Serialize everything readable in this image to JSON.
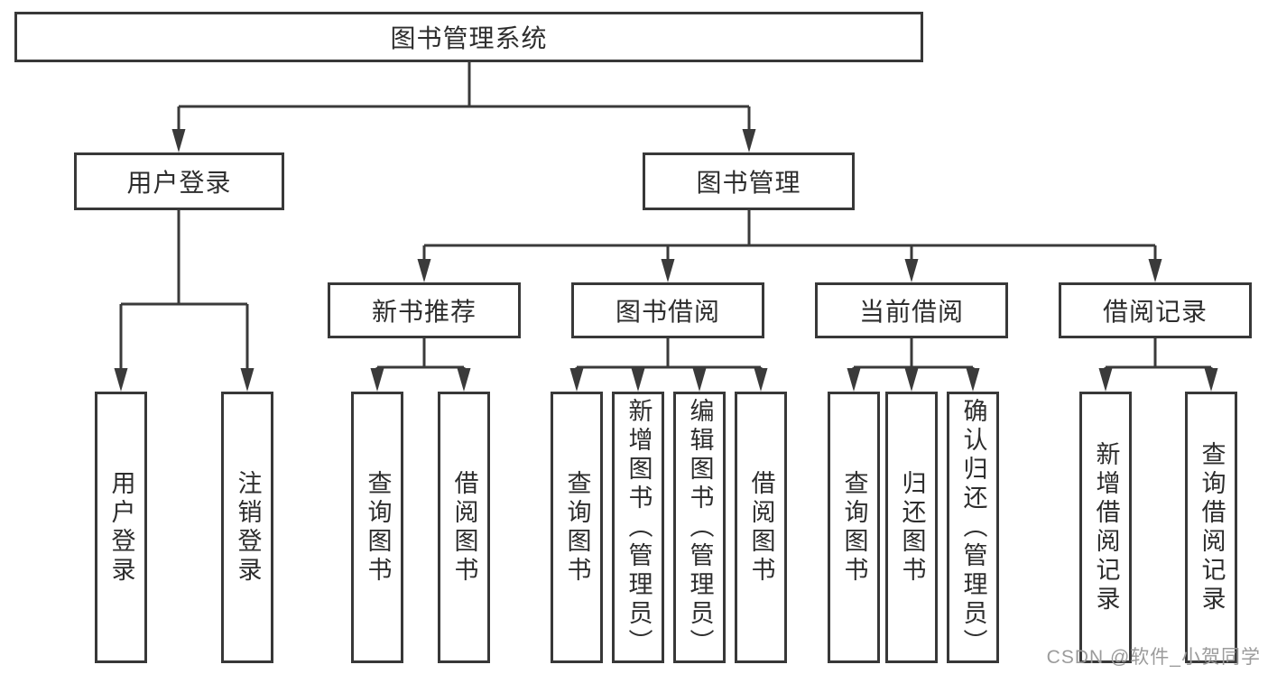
{
  "diagram": {
    "root": {
      "label": "图书管理系统"
    },
    "level2": [
      {
        "label": "用户登录"
      },
      {
        "label": "图书管理"
      }
    ],
    "level3": [
      {
        "label": "新书推荐"
      },
      {
        "label": "图书借阅"
      },
      {
        "label": "当前借阅"
      },
      {
        "label": "借阅记录"
      }
    ],
    "leaves": {
      "user_login": [
        {
          "label": "用户登录"
        },
        {
          "label": "注销登录"
        }
      ],
      "new_book_recommendation": [
        {
          "label": "查询图书"
        },
        {
          "label": "借阅图书"
        }
      ],
      "book_borrowing": [
        {
          "label": "查询图书"
        },
        {
          "label": "新增图书（管理员）"
        },
        {
          "label": "编辑图书（管理员）"
        },
        {
          "label": "借阅图书"
        }
      ],
      "current_borrowing": [
        {
          "label": "查询图书"
        },
        {
          "label": "归还图书"
        },
        {
          "label": "确认归还（管理员）"
        }
      ],
      "borrowing_records": [
        {
          "label": "新增借阅记录"
        },
        {
          "label": "查询借阅记录"
        }
      ]
    }
  },
  "watermark": {
    "text": "CSDN @软件_小贺同学"
  },
  "colors": {
    "line": "#3a3a3a",
    "box_border": "#383838",
    "text": "#2d2d2d",
    "watermark": "#9b9b9b",
    "background": "#ffffff"
  }
}
